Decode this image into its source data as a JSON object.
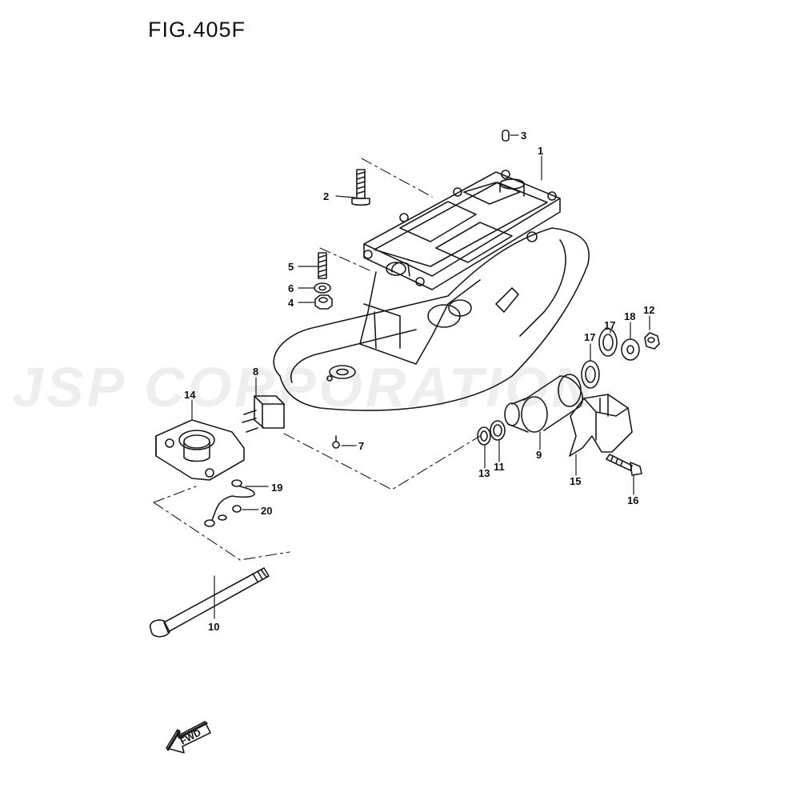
{
  "figure": {
    "title": "FIG.405F"
  },
  "watermark": {
    "text": "JSP CORPORATION"
  },
  "direction_indicator": {
    "text": "FWD"
  },
  "callouts": [
    {
      "id": "c1",
      "label": "1"
    },
    {
      "id": "c2",
      "label": "2"
    },
    {
      "id": "c3",
      "label": "3"
    },
    {
      "id": "c4",
      "label": "4"
    },
    {
      "id": "c5",
      "label": "5"
    },
    {
      "id": "c6",
      "label": "6"
    },
    {
      "id": "c7",
      "label": "7"
    },
    {
      "id": "c8",
      "label": "8"
    },
    {
      "id": "c9",
      "label": "9"
    },
    {
      "id": "c10",
      "label": "10"
    },
    {
      "id": "c11",
      "label": "11"
    },
    {
      "id": "c12",
      "label": "12"
    },
    {
      "id": "c13",
      "label": "13"
    },
    {
      "id": "c14",
      "label": "14"
    },
    {
      "id": "c15",
      "label": "15"
    },
    {
      "id": "c16",
      "label": "16"
    },
    {
      "id": "c17a",
      "label": "17"
    },
    {
      "id": "c17b",
      "label": "17"
    },
    {
      "id": "c18",
      "label": "18"
    },
    {
      "id": "c19",
      "label": "19"
    },
    {
      "id": "c20",
      "label": "20"
    }
  ],
  "colors": {
    "line": "#1a1a1a",
    "watermark": "#eeeeee",
    "background": "#ffffff"
  }
}
